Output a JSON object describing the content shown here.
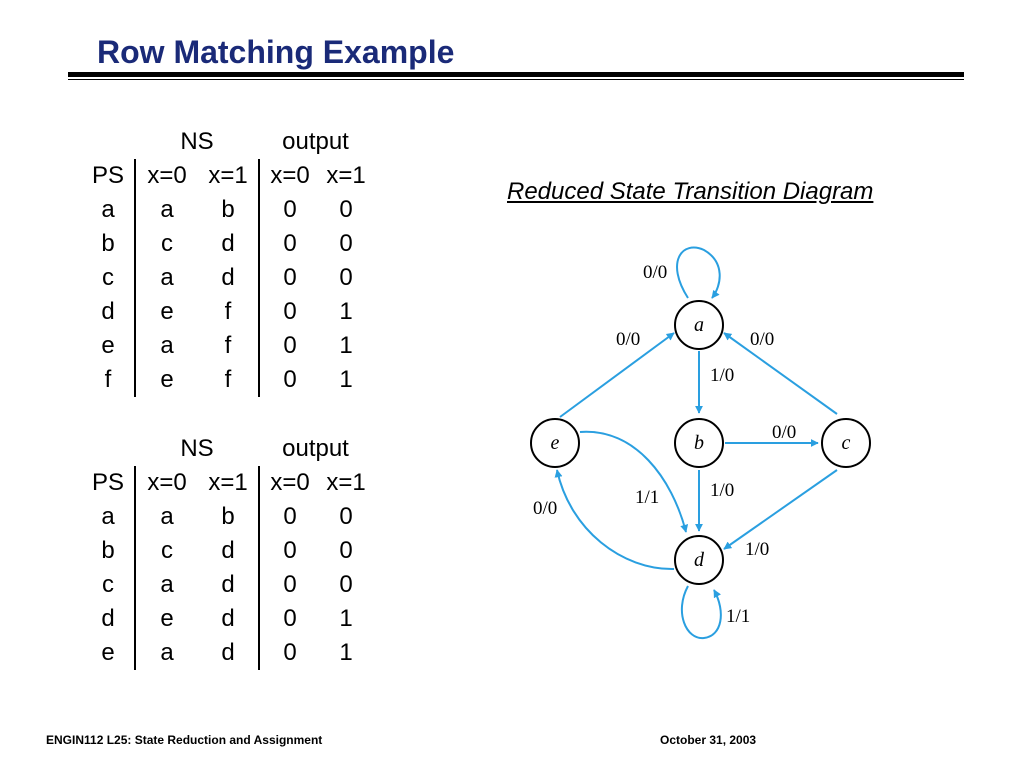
{
  "slide": {
    "title": "Row Matching Example",
    "footer_left": "ENGIN112  L25: State Reduction and Assignment",
    "footer_right": "October 31, 2003"
  },
  "tables": [
    {
      "ns_label": "NS",
      "output_label": "output",
      "headers": [
        "PS",
        "x=0",
        "x=1",
        "x=0",
        "x=1"
      ],
      "rows": [
        [
          "a",
          "a",
          "b",
          "0",
          "0"
        ],
        [
          "b",
          "c",
          "d",
          "0",
          "0"
        ],
        [
          "c",
          "a",
          "d",
          "0",
          "0"
        ],
        [
          "d",
          "e",
          "f",
          "0",
          "1"
        ],
        [
          "e",
          "a",
          "f",
          "0",
          "1"
        ],
        [
          "f",
          "e",
          "f",
          "0",
          "1"
        ]
      ]
    },
    {
      "ns_label": "NS",
      "output_label": "output",
      "headers": [
        "PS",
        "x=0",
        "x=1",
        "x=0",
        "x=1"
      ],
      "rows": [
        [
          "a",
          "a",
          "b",
          "0",
          "0"
        ],
        [
          "b",
          "c",
          "d",
          "0",
          "0"
        ],
        [
          "c",
          "a",
          "d",
          "0",
          "0"
        ],
        [
          "d",
          "e",
          "d",
          "0",
          "1"
        ],
        [
          "e",
          "a",
          "d",
          "0",
          "1"
        ]
      ]
    }
  ],
  "diagram": {
    "title": "Reduced State Transition Diagram",
    "edge_color": "#2a9fe0",
    "nodes": [
      {
        "id": "a",
        "label": "a"
      },
      {
        "id": "b",
        "label": "b"
      },
      {
        "id": "c",
        "label": "c"
      },
      {
        "id": "d",
        "label": "d"
      },
      {
        "id": "e",
        "label": "e"
      }
    ],
    "edges": [
      {
        "id": "a-a",
        "from": "a",
        "to": "a",
        "label": "0/0"
      },
      {
        "id": "a-b",
        "from": "a",
        "to": "b",
        "label": "1/0"
      },
      {
        "id": "e-a",
        "from": "e",
        "to": "a",
        "label": "0/0"
      },
      {
        "id": "c-a",
        "from": "c",
        "to": "a",
        "label": "0/0"
      },
      {
        "id": "b-c",
        "from": "b",
        "to": "c",
        "label": "0/0"
      },
      {
        "id": "b-d",
        "from": "b",
        "to": "d",
        "label": "1/0"
      },
      {
        "id": "e-d",
        "from": "e",
        "to": "d",
        "label": "1/1"
      },
      {
        "id": "d-e",
        "from": "d",
        "to": "e",
        "label": "0/0"
      },
      {
        "id": "c-d",
        "from": "c",
        "to": "d",
        "label": "1/0"
      },
      {
        "id": "d-d",
        "from": "d",
        "to": "d",
        "label": "1/1"
      }
    ]
  }
}
